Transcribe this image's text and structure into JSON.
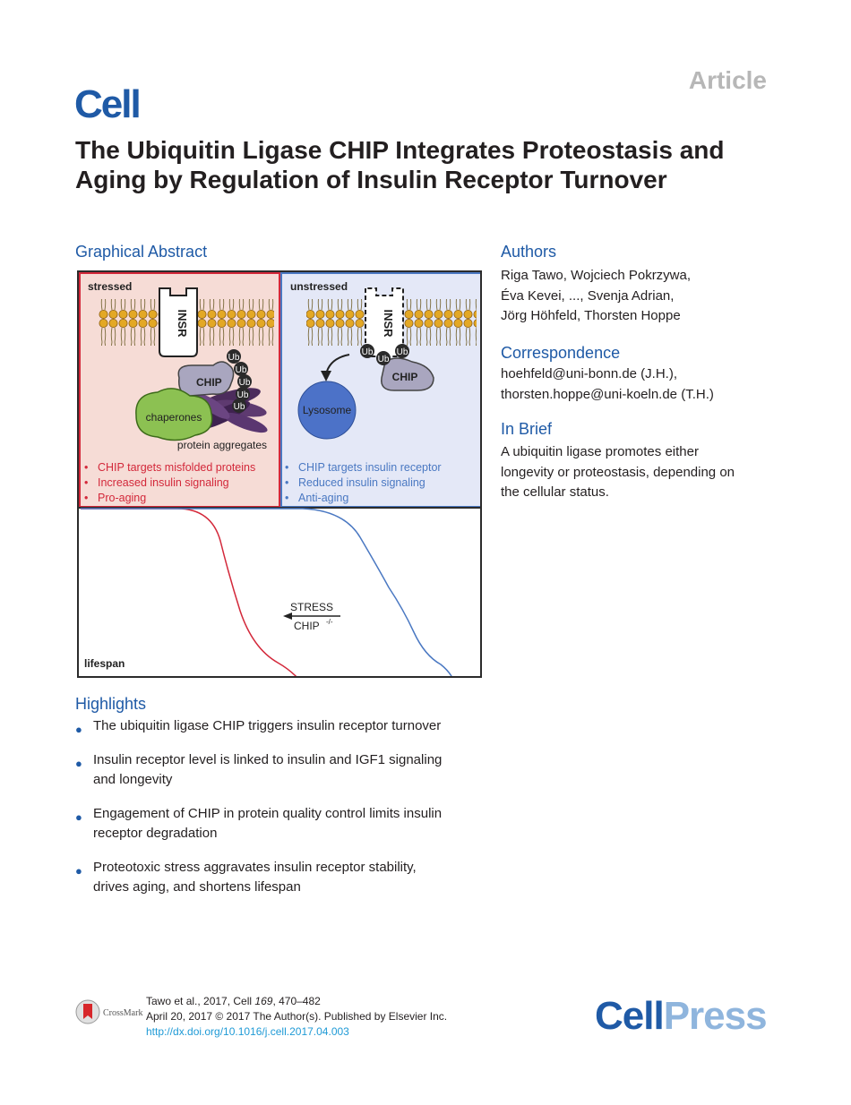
{
  "header": {
    "article_label": "Article",
    "journal_logo": "Cell",
    "title": "The Ubiquitin Ligase CHIP Integrates Proteostasis and Aging by Regulation of Insulin Receptor Turnover"
  },
  "graphical_abstract": {
    "heading": "Graphical Abstract",
    "stressed": {
      "label": "stressed",
      "insr": "INSR",
      "chip": "CHIP",
      "ub": "Ub",
      "chaperones": "chaperones",
      "aggregates": "protein aggregates",
      "bullets": [
        "CHIP targets misfolded proteins",
        "Increased insulin signaling",
        "Pro-aging"
      ]
    },
    "unstressed": {
      "label": "unstressed",
      "insr": "INSR",
      "chip": "CHIP",
      "ub": "Ub",
      "lysosome": "Lysosome",
      "bullets": [
        "CHIP targets insulin receptor",
        "Reduced insulin signaling",
        "Anti-aging"
      ]
    },
    "lifespan": {
      "label": "lifespan",
      "arrow_top": "STRESS",
      "arrow_bottom": "CHIP",
      "arrow_bottom_sup": "-/-",
      "colors": {
        "stressed": "#d3283a",
        "unstressed": "#4a78c2"
      }
    }
  },
  "authors": {
    "heading": "Authors",
    "lines": [
      "Riga Tawo, Wojciech Pokrzywa,",
      "Éva Kevei, ..., Svenja Adrian,",
      "Jörg Höhfeld, Thorsten Hoppe"
    ]
  },
  "correspondence": {
    "heading": "Correspondence",
    "lines": [
      "hoehfeld@uni-bonn.de (J.H.),",
      "thorsten.hoppe@uni-koeln.de (T.H.)"
    ]
  },
  "in_brief": {
    "heading": "In Brief",
    "lines": [
      "A ubiquitin ligase promotes either",
      "longevity or proteostasis, depending on",
      "the cellular status."
    ]
  },
  "highlights": {
    "heading": "Highlights",
    "items": [
      [
        "The ubiquitin ligase CHIP triggers insulin receptor turnover"
      ],
      [
        "Insulin receptor level is linked to insulin and IGF1 signaling",
        "and longevity"
      ],
      [
        "Engagement of CHIP in protein quality control limits insulin",
        "receptor degradation"
      ],
      [
        "Proteotoxic stress aggravates insulin receptor stability,",
        "drives aging, and shortens lifespan"
      ]
    ]
  },
  "footer": {
    "crossmark": "CrossMark",
    "citation_prefix": "Tawo et al., 2017, Cell ",
    "citation_volume": "169",
    "citation_pages": ", 470–482",
    "date_line": "April 20, 2017 © 2017 The Author(s). Published by Elsevier Inc.",
    "doi": "http://dx.doi.org/10.1016/j.cell.2017.04.003",
    "publisher_logo_1": "Cell",
    "publisher_logo_2": "Press"
  }
}
